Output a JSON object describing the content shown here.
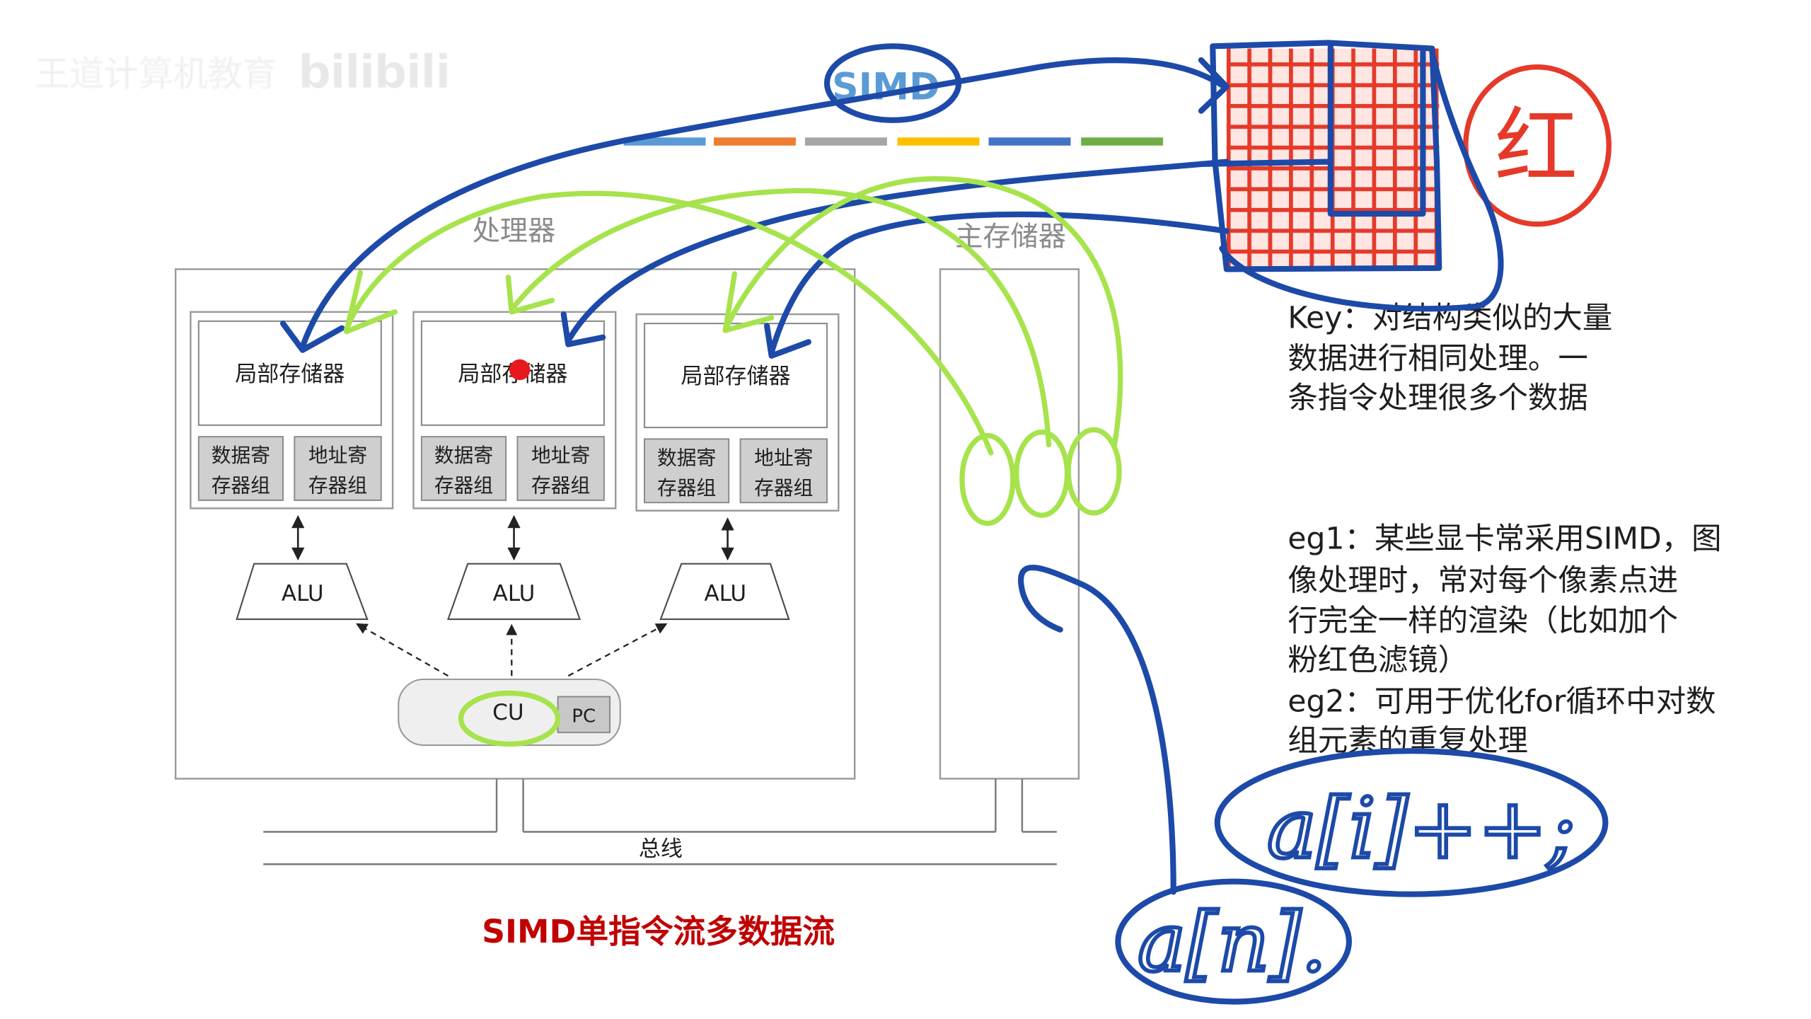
{
  "watermark": {
    "channel": "王道计算机教育",
    "platform": "bilibili"
  },
  "simd_title": "SIMD",
  "color_bars": [
    "#5b9bd5",
    "#ed7d31",
    "#a5a5a5",
    "#ffc000",
    "#4472c4",
    "#70ad47"
  ],
  "diagram": {
    "processor_title": "处理器",
    "memory_title": "主存储器",
    "units": [
      {
        "local_memory": "局部存储器",
        "data_registers": [
          "数据寄",
          "存器组"
        ],
        "address_registers": [
          "地址寄",
          "存器组"
        ],
        "alu": "ALU"
      },
      {
        "local_memory": "局部存储器",
        "data_registers": [
          "数据寄",
          "存器组"
        ],
        "address_registers": [
          "地址寄",
          "存器组"
        ],
        "alu": "ALU"
      },
      {
        "local_memory": "局部存储器",
        "data_registers": [
          "数据寄",
          "存器组"
        ],
        "address_registers": [
          "地址寄",
          "存器组"
        ],
        "alu": "ALU"
      }
    ],
    "cu": "CU",
    "pc": "PC",
    "bus": "总线",
    "caption": "SIMD单指令流多数据流"
  },
  "notes": {
    "key": [
      "Key：对结构类似的大量",
      "数据进行相同处理。一",
      "条指令处理很多个数据"
    ],
    "eg1": [
      "eg1：某些显卡常采用SIMD，图",
      "像处理时，常对每个像素点进",
      "行完全一样的渲染（比如加个",
      "粉红色滤镜）"
    ],
    "eg2": [
      "eg2：可用于优化for循环中对数",
      "组元素的重复处理"
    ]
  },
  "handwriting": {
    "red_char": "红",
    "increment_code": "a[i]++;",
    "array_code": "a[n]."
  },
  "colors": {
    "slide_gray": "#8a8a8a",
    "caption_red": "#c00000",
    "simd_blue": "#5b9bd5",
    "ink_blue": "#1d4aa8",
    "ink_green": "#a6e34c",
    "ink_red": "#e53a2a",
    "register_fill": "#cfcfcf",
    "note_text": "#1e1e1e"
  }
}
